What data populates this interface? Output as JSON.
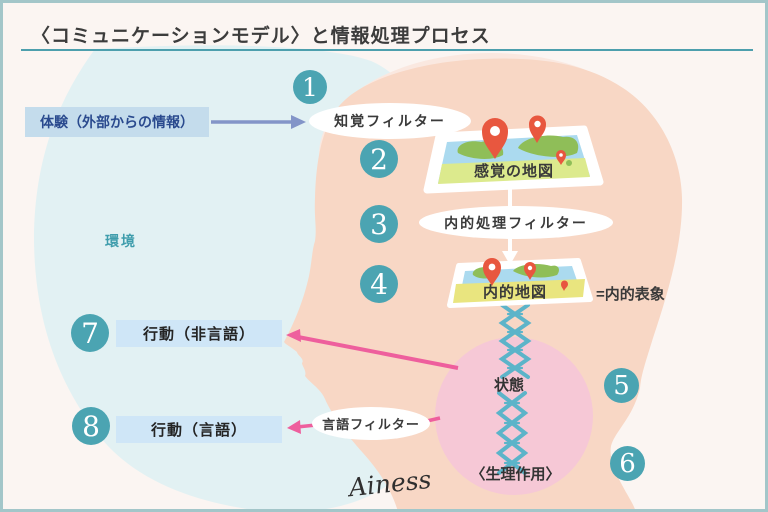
{
  "title": "〈コミュニケーションモデル〉と情報処理プロセス",
  "diagram": {
    "environment_label": "環境",
    "experience_label": "体験（外部からの情報）",
    "perception_filter_label": "知覚フィルター",
    "sensory_map_label": "感覚の地図",
    "internal_processing_filter_label": "内的処理フィルター",
    "internal_map_label": "内的地図",
    "internal_representation_label": "=内的表象",
    "state_label": "状態",
    "physiology_label": "〈生理作用〉",
    "behavior_nonverbal_label": "行動（非言語）",
    "behavior_verbal_label": "行動（言語）",
    "language_filter_label": "言語フィルター",
    "steps": [
      "1",
      "2",
      "3",
      "4",
      "5",
      "6",
      "7",
      "8"
    ]
  },
  "footer": {
    "logo_text": "Ainess"
  },
  "colors": {
    "frame_border": "#a3c6c9",
    "background": "#fbf5f2",
    "environment_blob": "#e2f1f3",
    "head": "#f8d7c5",
    "head_halo": "#fae8e0",
    "step_circle": "#4ba4b2",
    "title_rule": "#4d9fad",
    "experience_box": "#c4dcec",
    "experience_text": "#2a4a8e",
    "behavior_box": "#cfe6f7",
    "input_arrow": "#8395c8",
    "output_arrow": "#ee5f9d",
    "state_circle": "#f6c8d6",
    "dna": "#5cb4c9",
    "map_water": "#abdaef",
    "map_land": "#8fbe58",
    "map_band_sensory": "#dcea8d",
    "map_band_internal": "#e9e57f",
    "map_pin": "#e8573f"
  }
}
